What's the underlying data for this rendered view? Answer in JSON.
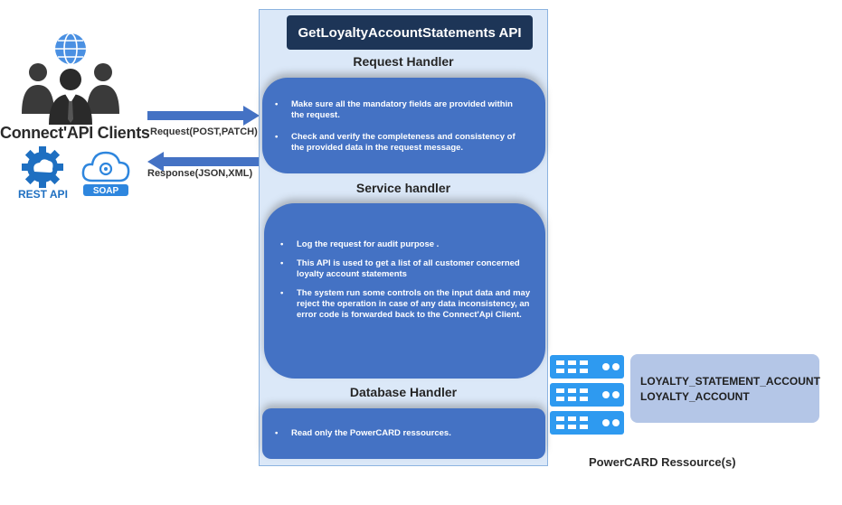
{
  "clients": {
    "title": "Connect'API Clients",
    "rest_label": "REST API",
    "soap_label": "SOAP"
  },
  "arrows": {
    "request_label": "Request(POST,PATCH)",
    "response_label": "Response(JSON,XML)"
  },
  "api": {
    "title": "GetLoyaltyAccountStatements API",
    "request_handler": {
      "title": "Request Handler",
      "items": [
        "Make sure all the mandatory fields are provided within the request.",
        "Check and verify the completeness and consistency of the provided data in the request message."
      ]
    },
    "service_handler": {
      "title": "Service handler",
      "items": [
        "Log the request for audit purpose .",
        "This API is used to get a list of all customer concerned loyalty account statements",
        "The system run some controls on the input data and may reject the operation in case of any data inconsistency, an error code is forwarded back to the Connect'Api Client."
      ]
    },
    "database_handler": {
      "title": "Database Handler",
      "items": [
        "Read only the PowerCARD ressources."
      ]
    }
  },
  "resources": {
    "tables": [
      "LOYALTY_STATEMENT_ACCOUNT",
      "LOYALTY_ACCOUNT"
    ],
    "caption": "PowerCARD Ressource(s)"
  },
  "colors": {
    "panel": "#4472c4",
    "container": "#dbe8f8",
    "title_bar": "#1d3557",
    "resource_box": "#b4c6e7",
    "server": "#2e9af0",
    "rest_icon": "#1e6fc1"
  }
}
